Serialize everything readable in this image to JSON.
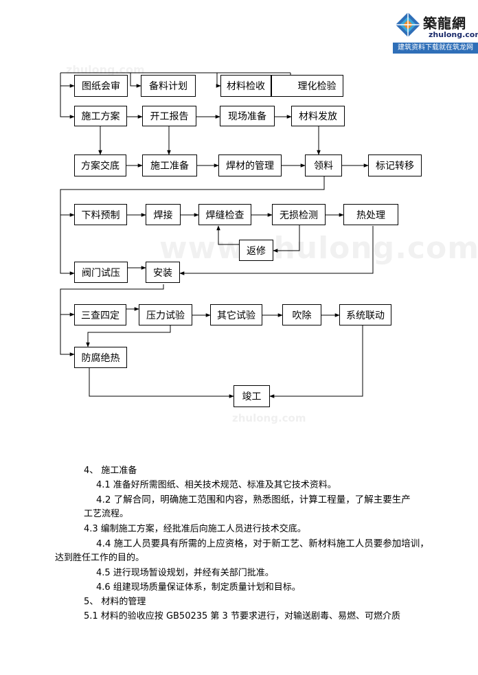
{
  "logo": {
    "name": "築龍網",
    "url": "zhulong.com",
    "slogan": "建筑资料下载就在筑龙网",
    "colors": {
      "blue": "#2f6fb8",
      "orange": "#e98b2a",
      "cyan": "#3aa7d9"
    }
  },
  "watermarks": [
    "zhulong.com",
    "www.zhulong.com",
    "zhulong.com"
  ],
  "flowchart": {
    "nodes": [
      {
        "id": "n1",
        "label": "图纸会审"
      },
      {
        "id": "n2",
        "label": "备料计划"
      },
      {
        "id": "n3",
        "label": "材料检收"
      },
      {
        "id": "n4",
        "label": "理化检验"
      },
      {
        "id": "n5",
        "label": "施工方案"
      },
      {
        "id": "n6",
        "label": "开工报告"
      },
      {
        "id": "n7",
        "label": "现场准备"
      },
      {
        "id": "n8",
        "label": "材料发放"
      },
      {
        "id": "n9",
        "label": "方案交底"
      },
      {
        "id": "n10",
        "label": "施工准备"
      },
      {
        "id": "n11",
        "label": "焊材的管理"
      },
      {
        "id": "n12",
        "label": "领料"
      },
      {
        "id": "n13",
        "label": "标记转移"
      },
      {
        "id": "n14",
        "label": "下料预制"
      },
      {
        "id": "n15",
        "label": "焊接"
      },
      {
        "id": "n16",
        "label": "焊缝检查"
      },
      {
        "id": "n17",
        "label": "无损检测"
      },
      {
        "id": "n18",
        "label": "热处理"
      },
      {
        "id": "n19",
        "label": "返修"
      },
      {
        "id": "n20",
        "label": "阀门试压"
      },
      {
        "id": "n21",
        "label": "安装"
      },
      {
        "id": "n22",
        "label": "三查四定"
      },
      {
        "id": "n23",
        "label": "压力试验"
      },
      {
        "id": "n24",
        "label": "其它试验"
      },
      {
        "id": "n25",
        "label": "吹除"
      },
      {
        "id": "n26",
        "label": "系统联动"
      },
      {
        "id": "n27",
        "label": "防腐绝热"
      },
      {
        "id": "n28",
        "label": "竣工"
      }
    ]
  },
  "text": {
    "lines": [
      "4、    施工准备",
      "4.1 准备好所需图纸、相关技术规范、标准及其它技术资料。",
      "4.2 了解合同，明确施工范围和内容，熟悉图纸，计算工程量，了解主要生产",
      "工艺流程。",
      "4.3 编制施工方案，经批准后向施工人员进行技术交底。",
      "4.4 施工人员要具有所需的上应资格，对于新工艺、新材料施工人员要参加培训，",
      "达到胜任工作的目的。",
      "4.5 进行现场暂设规划，并经有关部门批准。",
      "4.6 组建现场质量保证体系，制定质量计划和目标。",
      "5、    材料的管理",
      "5.1    材料的验收应按 GB50235 第 3 节要求进行，对输送剧毒、易燃、可燃介质"
    ]
  }
}
